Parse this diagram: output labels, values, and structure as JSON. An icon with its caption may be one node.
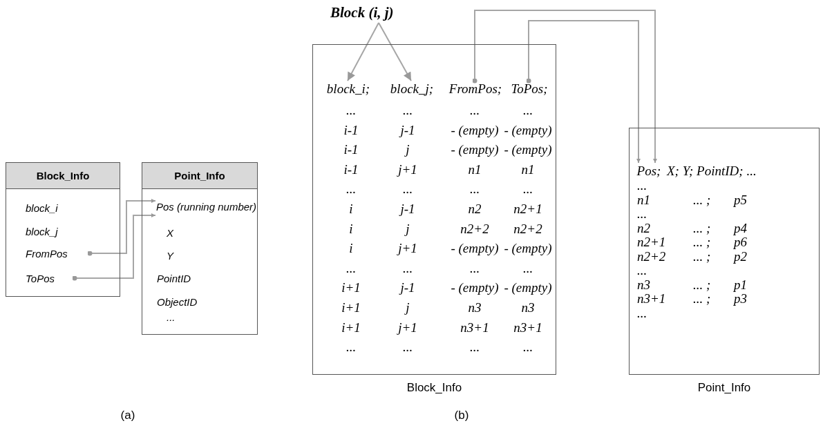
{
  "diagram": {
    "nodes": [
      {
        "text": [
          "Block_Info"
        ]
      },
      {
        "text": [
          "block_i"
        ],
        "in": 0
      },
      {
        "text": [
          "block_j"
        ],
        "in": 0
      },
      {
        "text": [
          "FromPos"
        ],
        "in": 0
      },
      {
        "text": [
          "ToPos"
        ],
        "in": 0
      },
      {
        "text": [
          "Point_Info"
        ]
      },
      {
        "text": [
          "Pos (running number)"
        ],
        "in": 5
      },
      {
        "text": [
          "X"
        ],
        "in": 5
      },
      {
        "text": [
          "Y"
        ],
        "in": 5
      },
      {
        "text": [
          "PointID"
        ],
        "in": 5
      },
      {
        "text": [
          "ObjectID"
        ],
        "in": 5
      },
      {
        "text": [
          "..."
        ],
        "in": 5
      },
      {
        "text": [
          "Block (i, j)"
        ]
      },
      {
        "text": [
          "Block_Info"
        ]
      },
      {
        "text": [
          "block_i;"
        ],
        "in": 13
      },
      {
        "text": [
          "block_j;"
        ],
        "in": 13
      },
      {
        "text": [
          "FromPos;"
        ],
        "in": 13
      },
      {
        "text": [
          "ToPos;"
        ],
        "in": 13
      },
      {
        "text": [
          "Point_Info"
        ]
      },
      {
        "text": [
          "Pos;"
        ],
        "in": 18
      }
    ],
    "edges": [
      {
        "from": 3,
        "to": 6,
        "arrow": "to"
      },
      {
        "from": 4,
        "to": 6,
        "arrow": "to"
      },
      {
        "from": 12,
        "to": 14,
        "arrow": "to"
      },
      {
        "from": 12,
        "to": 15,
        "arrow": "to"
      },
      {
        "from": 16,
        "to": 19,
        "arrow": "to"
      },
      {
        "from": 17,
        "to": 19,
        "arrow": "to"
      }
    ],
    "labels": [
      "...",
      "...",
      "...",
      "...",
      "i-1",
      "j-1",
      "- (empty)",
      "- (empty)",
      "i-1",
      "j",
      "- (empty)",
      "- (empty)",
      "i-1",
      "j+1",
      "n1",
      "n1",
      "...",
      "...",
      "...",
      "...",
      "i",
      "j-1",
      "n2",
      "n2+1",
      "i",
      "j",
      "n2+2",
      "n2+2",
      "i",
      "j+1",
      "- (empty)",
      "- (empty)",
      "...",
      "...",
      "...",
      "...",
      "i+1",
      "j-1",
      "- (empty)",
      "- (empty)",
      "i+1",
      "j",
      "n3",
      "n3",
      "i+1",
      "j+1",
      "n3+1",
      "n3+1",
      "...",
      "...",
      "...",
      "...",
      "X;  Y;  PointID; ...",
      "...",
      "n1",
      "... ;",
      "p5",
      "...",
      "n2",
      "... ;",
      "p4",
      "n2+1",
      "... ;",
      "p6",
      "n2+2",
      "... ;",
      "p2",
      "...",
      "n3",
      "... ;",
      "p1",
      "n3+1",
      "... ;",
      "p3",
      "...",
      "(a)",
      "(b)"
    ]
  }
}
